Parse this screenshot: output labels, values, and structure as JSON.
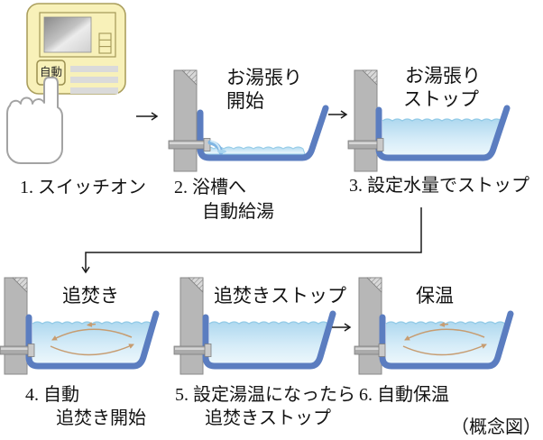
{
  "diagram": {
    "note": "（概念図）",
    "remote": {
      "auto_button_label": "自動"
    },
    "steps": [
      {
        "id": 1,
        "label": [
          "1. スイッチオン"
        ],
        "caption": []
      },
      {
        "id": 2,
        "label": [
          "2. 浴槽へ",
          "自動給湯"
        ],
        "caption": [
          "お湯張り",
          "開始"
        ]
      },
      {
        "id": 3,
        "label": [
          "3. 設定水量でストップ"
        ],
        "caption": [
          "お湯張り",
          "ストップ"
        ]
      },
      {
        "id": 4,
        "label": [
          "4. 自動",
          "追焚き開始"
        ],
        "caption": [
          "追焚き"
        ]
      },
      {
        "id": 5,
        "label": [
          "5. 設定湯温になったら",
          "追焚きストップ"
        ],
        "caption": [
          "追焚きストップ"
        ]
      },
      {
        "id": 6,
        "label": [
          "6. 自動保温"
        ],
        "caption": [
          "保温"
        ]
      }
    ],
    "icons": {
      "right_arrow": "→",
      "down_arrow": "↓",
      "circulation_arrows": "circular flow arrows",
      "hand_pointer": "hand pressing button"
    },
    "colors": {
      "tub_outline": "#5b7dc0",
      "water_top": "#aed8ef",
      "water_bottom": "#eef8fc",
      "water_crest": "#93cbe7",
      "wall_gray": "#b7b7b7",
      "circulation_arrow": "#c79c70",
      "remote_body": "#f8f1b9",
      "remote_border": "#ab9f5e",
      "flow_arrow": "#1a1a1a"
    }
  }
}
